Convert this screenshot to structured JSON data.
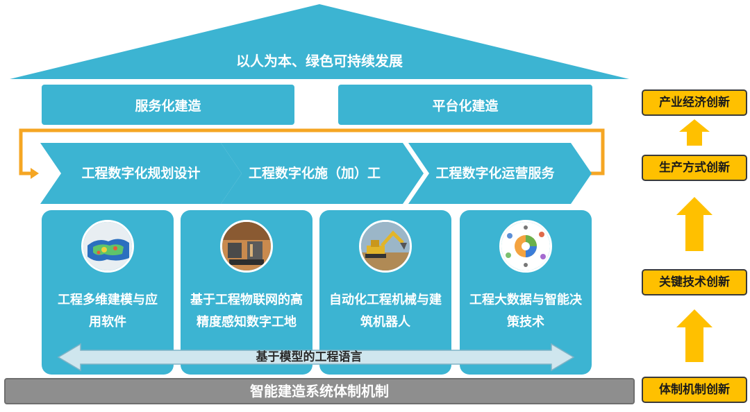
{
  "roof": {
    "title": "以人为本、绿色可持续发展"
  },
  "top_boxes": {
    "service": "服务化建造",
    "platform": "平台化建造"
  },
  "process": [
    {
      "label": "工程数字化规划设计"
    },
    {
      "label": "工程数字化施（加）工"
    },
    {
      "label": "工程数字化运营服务"
    }
  ],
  "pillars": [
    {
      "line1": "工程多维建模与应",
      "line2": "用软件",
      "image": "terrain-model-image"
    },
    {
      "line1": "基于工程物联网的高",
      "line2": "精度感知数字工地",
      "image": "construction-site-image"
    },
    {
      "line1": "自动化工程机械与建",
      "line2": "筑机器人",
      "image": "excavator-image"
    },
    {
      "line1": "工程大数据与智能决",
      "line2": "策技术",
      "image": "big-data-image"
    }
  ],
  "language_bar": {
    "label": "基于模型的工程语言"
  },
  "foundation": {
    "label": "智能建造系统体制机制"
  },
  "innovation": [
    {
      "label": "产业经济创新"
    },
    {
      "label": "生产方式创新"
    },
    {
      "label": "关键技术创新"
    },
    {
      "label": "体制机制创新"
    }
  ],
  "colors": {
    "primary_blue": "#3cb4d2",
    "loop_orange": "#f5a623",
    "innovation_yellow": "#ffc000",
    "foundation_gray": "#8e8e8e",
    "arrow_light": "#cfe6ee"
  }
}
